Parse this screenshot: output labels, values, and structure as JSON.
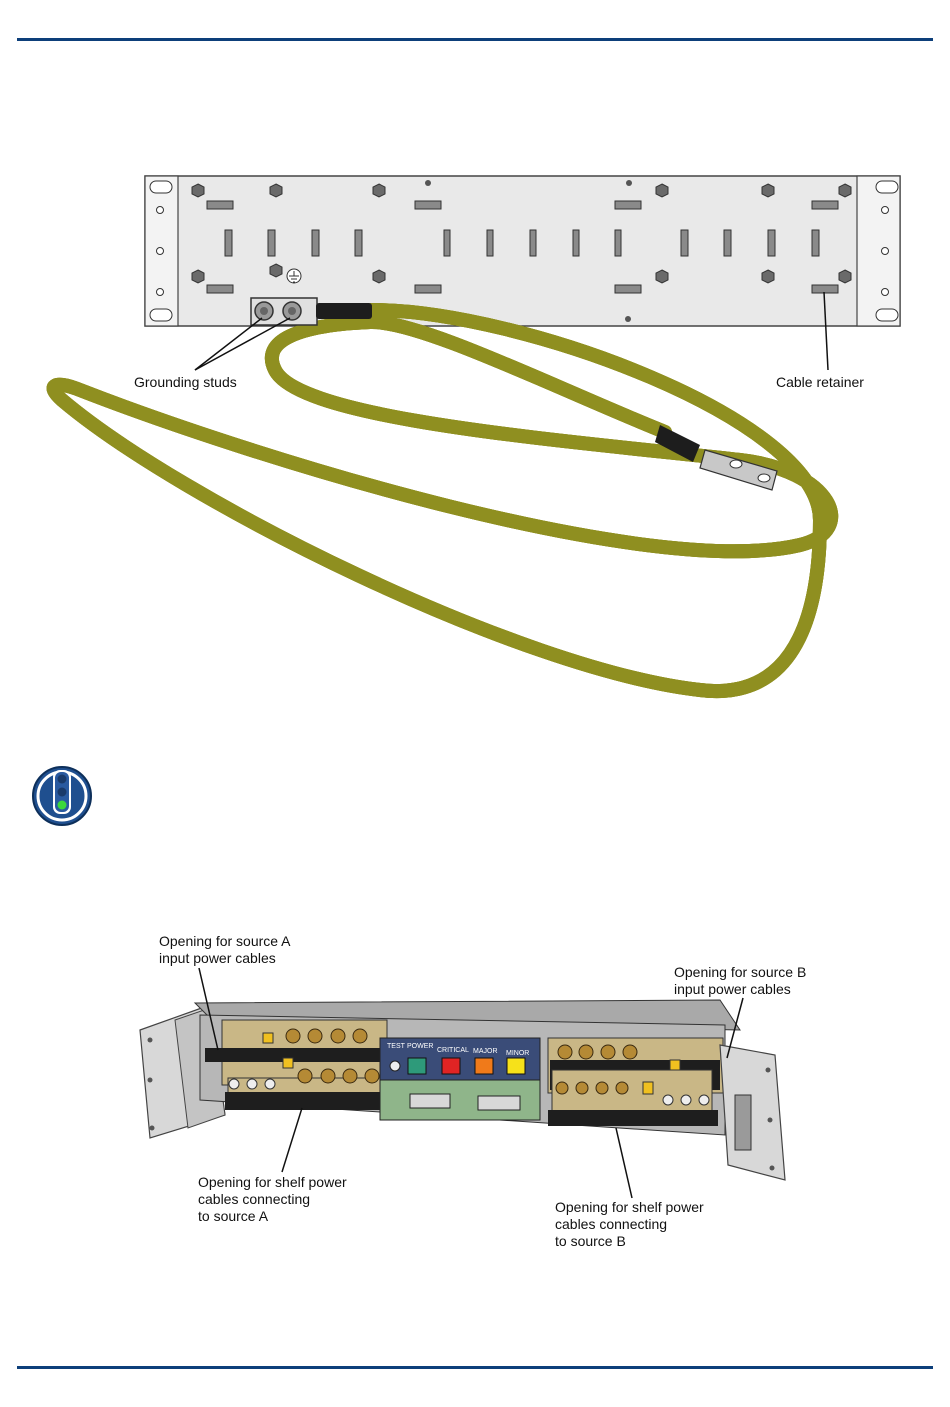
{
  "figure1": {
    "callouts": {
      "grounding_studs": "Grounding studs",
      "cable_retainer": "Cable retainer"
    },
    "cable_colors": {
      "outer": "#f2ee1c",
      "inner": "#3cc83c",
      "edge": "#9a9a2a"
    }
  },
  "tip_icon": "traffic-light-icon",
  "figure2": {
    "callouts": {
      "source_a_line1": "Opening for source A",
      "source_a_line2": "input power cables",
      "source_b_line1": "Opening for source B",
      "source_b_line2": "input power cables",
      "shelf_a_line1": "Opening for shelf power",
      "shelf_a_line2": "cables connecting",
      "shelf_a_line3": "to source A",
      "shelf_b_line1": "Opening for shelf power",
      "shelf_b_line2": "cables connecting",
      "shelf_b_line3": "to source B"
    },
    "panel_labels": {
      "test": "TEST",
      "power": "POWER",
      "critical": "CRITICAL",
      "major": "MAJOR",
      "minor": "MINOR"
    },
    "led_colors": {
      "power": "#2e9a7a",
      "critical": "#e02424",
      "major": "#f07a1a",
      "minor": "#f6e11a"
    }
  }
}
